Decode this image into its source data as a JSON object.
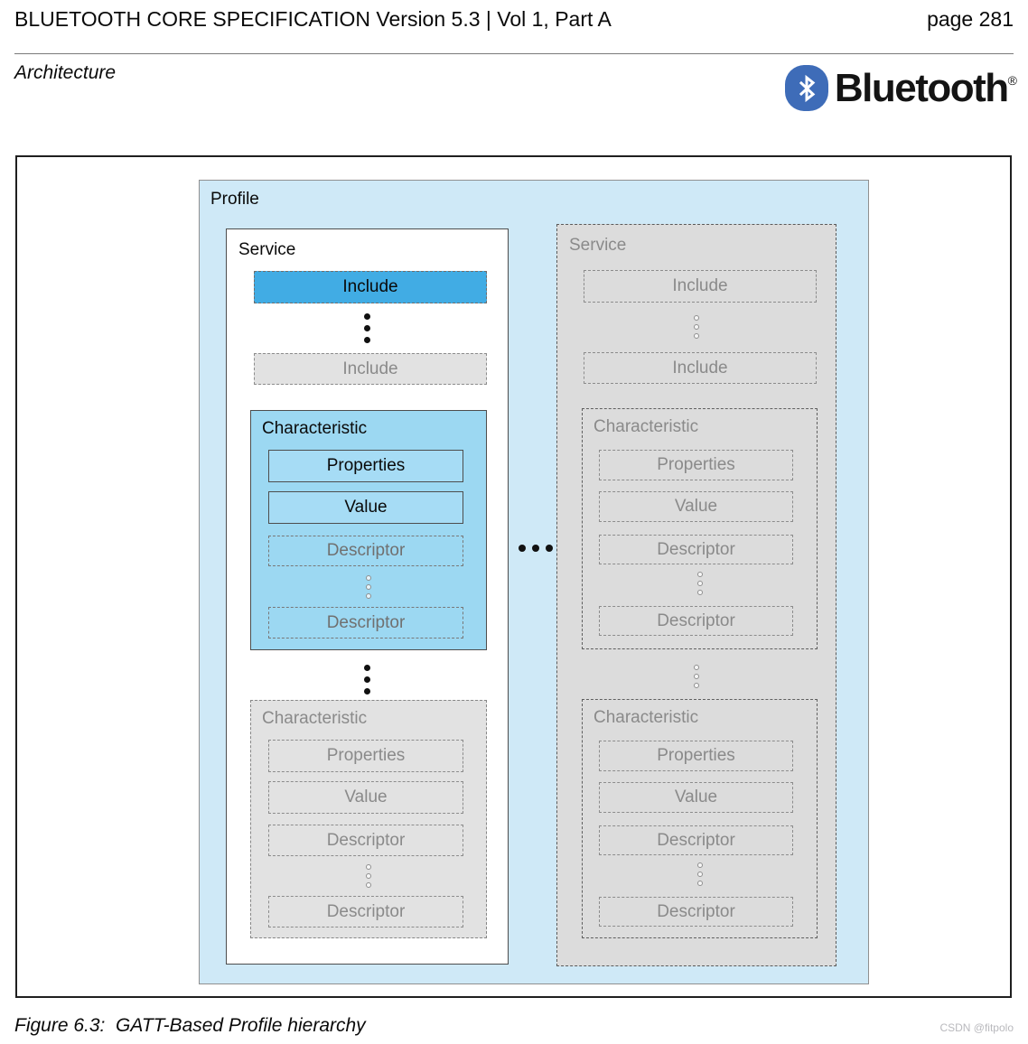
{
  "header": {
    "title": "BLUETOOTH CORE SPECIFICATION Version 5.3 | Vol 1, Part A",
    "page": "page 281",
    "section": "Architecture"
  },
  "logo": {
    "text": "Bluetooth",
    "registered": "®",
    "blue": "#3e6cb8"
  },
  "diagram": {
    "profile_label": "Profile",
    "left_service": {
      "label": "Service",
      "include_top": "Include",
      "include_bottom": "Include",
      "char_top": {
        "label": "Characteristic",
        "properties": "Properties",
        "value": "Value",
        "descriptor_top": "Descriptor",
        "descriptor_bottom": "Descriptor"
      },
      "char_bottom": {
        "label": "Characteristic",
        "properties": "Properties",
        "value": "Value",
        "descriptor_top": "Descriptor",
        "descriptor_bottom": "Descriptor"
      }
    },
    "right_service": {
      "label": "Service",
      "include_top": "Include",
      "include_bottom": "Include",
      "char_top": {
        "label": "Characteristic",
        "properties": "Properties",
        "value": "Value",
        "descriptor_top": "Descriptor",
        "descriptor_bottom": "Descriptor"
      },
      "char_bottom": {
        "label": "Characteristic",
        "properties": "Properties",
        "value": "Value",
        "descriptor_top": "Descriptor",
        "descriptor_bottom": "Descriptor"
      }
    }
  },
  "caption": "Figure 6.3:  GATT-Based Profile hierarchy",
  "watermark": "CSDN @fitpolo",
  "colors": {
    "profile_bg": "#cfe9f7",
    "highlight_include_bg": "#41ace4",
    "highlight_characteristic_bg": "#9cd8f2",
    "faded_bg": "#dcdcdc",
    "faded_box_bg": "#e2e2e2",
    "faded_text": "#8a8a8a",
    "frame_border": "#1f1f1f",
    "logo_blue": "#3e6cb8",
    "watermark_text": "#b9b9bd"
  }
}
